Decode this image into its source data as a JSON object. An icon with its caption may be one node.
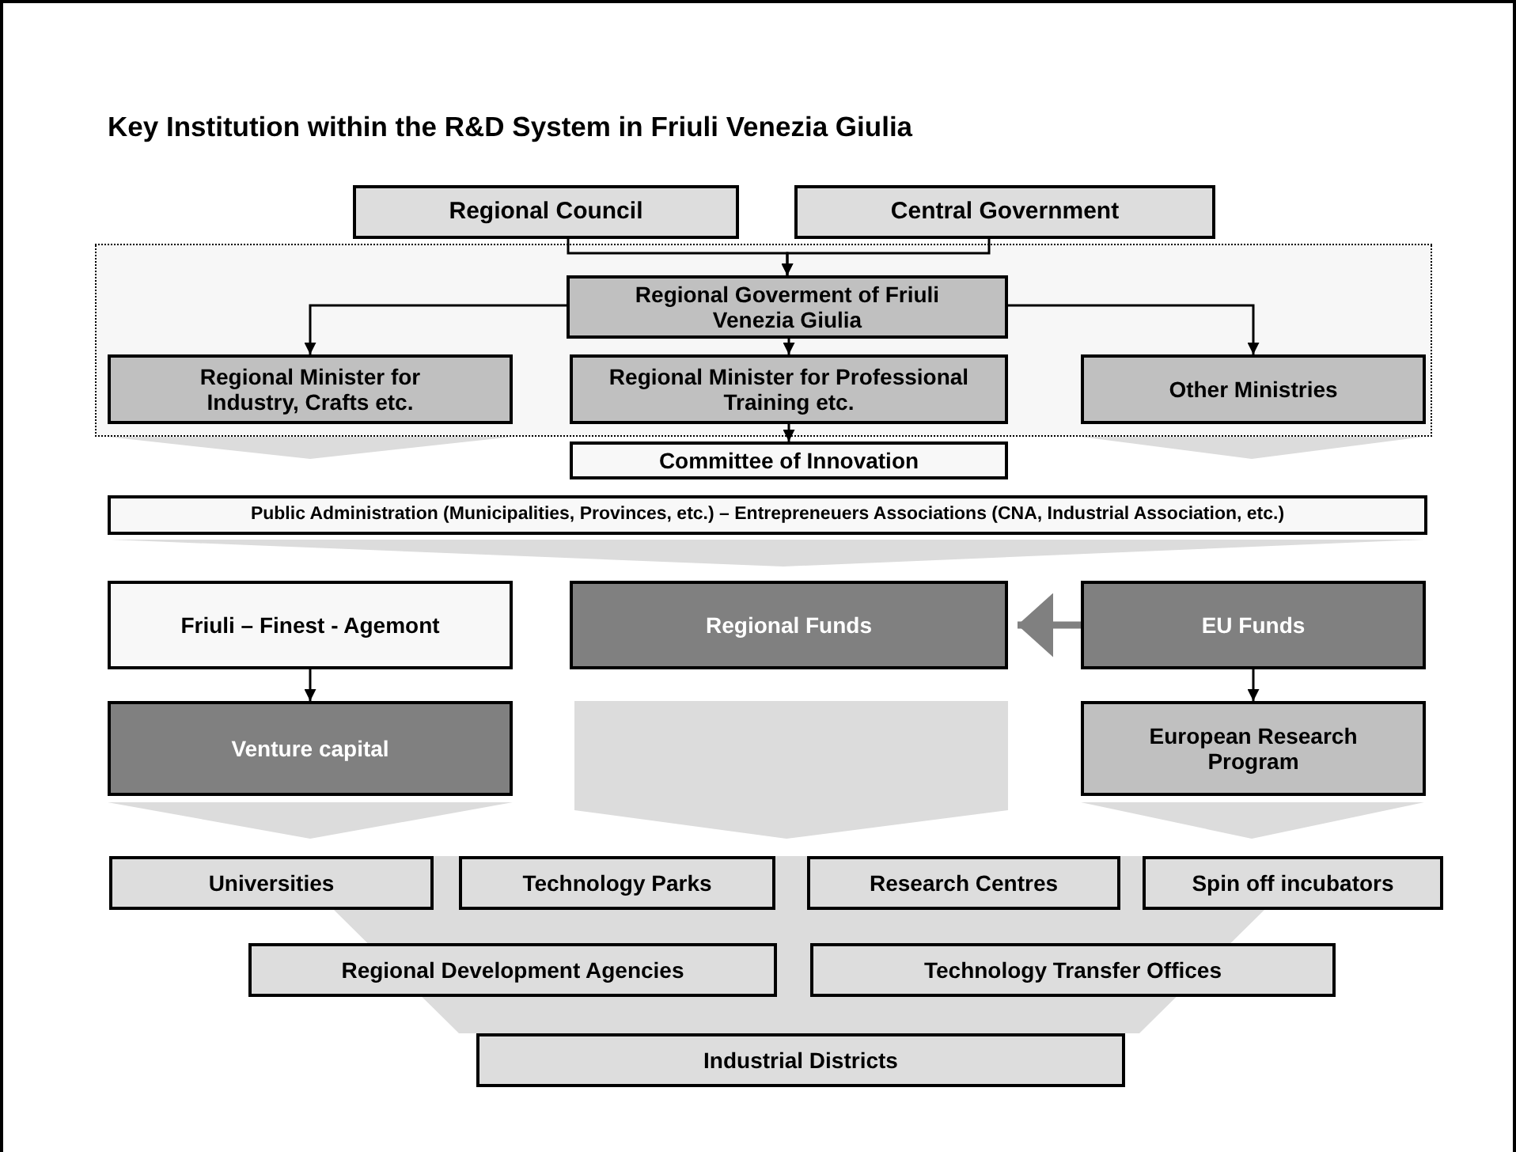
{
  "diagram": {
    "title": "Key Institution within the R&D System in Friuli Venezia Giulia",
    "nodes": [
      {
        "text": [
          "Regional Council"
        ]
      },
      {
        "text": [
          "Central Government"
        ]
      },
      {
        "text": [],
        "shape": "box"
      },
      {
        "text": [
          "Regional Goverment of Friuli Venezia Giulia"
        ],
        "in": 2
      },
      {
        "text": [
          "Regional Minister for Industry, Crafts etc."
        ],
        "in": 2
      },
      {
        "text": [
          "Regional Minister for Professional Training etc."
        ],
        "in": 2
      },
      {
        "text": [
          "Other Ministries"
        ],
        "in": 2
      },
      {
        "text": [
          "Committee of Innovation"
        ]
      },
      {
        "text": [
          "Public Administration (Municipalities, Provinces, etc.) – Entrepreneuers Associations (CNA, Industrial Association, etc.)"
        ]
      },
      {
        "text": [
          "Friuli – Finest - Agemont"
        ]
      },
      {
        "text": [
          "Regional Funds"
        ]
      },
      {
        "text": [
          "EU Funds"
        ]
      },
      {
        "text": [
          "Venture capital"
        ]
      },
      {
        "text": [
          "European Research Program"
        ]
      },
      {
        "text": [
          "Universities"
        ]
      },
      {
        "text": [
          "Technology Parks"
        ]
      },
      {
        "text": [
          "Research Centres"
        ]
      },
      {
        "text": [
          "Spin off incubators"
        ]
      },
      {
        "text": [
          "Regional Development Agencies"
        ]
      },
      {
        "text": [
          "Technology Transfer Offices"
        ]
      },
      {
        "text": [
          "Industrial Districts"
        ]
      }
    ],
    "edges": [
      {
        "from": 0,
        "to": 3,
        "arrow": "to"
      },
      {
        "from": 1,
        "to": 3,
        "arrow": "to"
      },
      {
        "from": 3,
        "to": 4,
        "arrow": "to"
      },
      {
        "from": 3,
        "to": 5,
        "arrow": "to"
      },
      {
        "from": 3,
        "to": 6,
        "arrow": "to"
      },
      {
        "from": 5,
        "to": 7,
        "arrow": "to"
      },
      {
        "from": 9,
        "to": 12,
        "arrow": "to"
      },
      {
        "from": 11,
        "to": 13,
        "arrow": "to"
      },
      {
        "from": 11,
        "to": 10,
        "arrow": "to",
        "style": "thick",
        "color": "#808080"
      }
    ]
  }
}
